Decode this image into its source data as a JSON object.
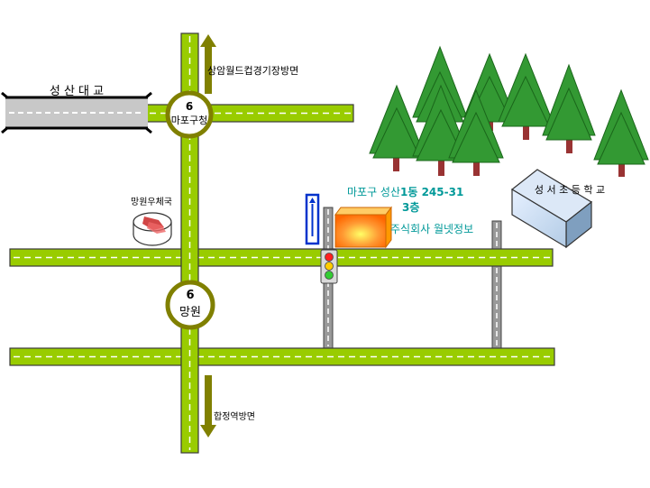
{
  "bridge": {
    "label": "성 산 대 교"
  },
  "interchange_top": {
    "number": "6",
    "name": "마포구청"
  },
  "interchange_bottom": {
    "number": "6",
    "name": "망원"
  },
  "direction_north": {
    "label": "상암월드컵경기장방면"
  },
  "direction_south": {
    "label": "합정역방면"
  },
  "post_office": {
    "label": "망원우체국"
  },
  "address": {
    "line1_prefix": "마포구 성산",
    "line1_bold": "1동  245-31",
    "line2": "3층"
  },
  "company": {
    "label": "주식회사 월넷정보"
  },
  "school": {
    "label": "성 서 초 등 학 교"
  },
  "colors": {
    "road_green": "#99cc00",
    "road_outline": "#3a3a3a",
    "arrow_olive": "#808000",
    "text_teal": "#009999",
    "tree_green": "#339933",
    "trunk_red": "#993333",
    "sign_blue": "#0033cc"
  }
}
